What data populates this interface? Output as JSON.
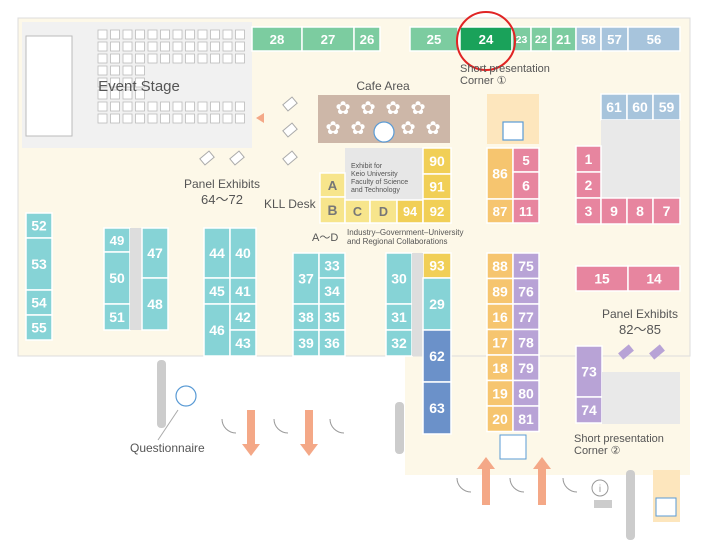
{
  "colors": {
    "floor": "#fdf8e8",
    "stage": "#f1f1f1",
    "teal": "#86d3d6",
    "green": "#7ccca0",
    "green_highlight": "#1aa25a",
    "blue_gray": "#a7c4dc",
    "pink": "#e7859f",
    "orange": "#f6c56f",
    "purple": "#b8a3d6",
    "yellow": "#f7e58c",
    "yellow_dark": "#f1cf56",
    "navy": "#6b91c9",
    "cafe": "#cdb7a8",
    "light_orange": "#fde6bd",
    "arrow": "#f4a887",
    "highlight_circle": "#e02424",
    "text": "#555555"
  },
  "booths": {
    "top": [
      "28",
      "27",
      "26",
      "25",
      "24",
      "23",
      "22",
      "21",
      "58",
      "57",
      "56"
    ],
    "highlighted": "24",
    "right_top": [
      "61",
      "60",
      "59"
    ],
    "right_pink": [
      "1",
      "2",
      "3",
      "9",
      "8",
      "7"
    ],
    "right_mid": [
      "15",
      "14"
    ],
    "right_purple": [
      "73",
      "74"
    ],
    "kll": [
      "A",
      "B",
      "C",
      "D"
    ],
    "yellow": [
      "90",
      "91",
      "92",
      "94",
      "93"
    ],
    "center_orange": [
      "86",
      "87",
      "88",
      "89",
      "16",
      "17",
      "18",
      "19",
      "20"
    ],
    "center_pink": [
      "5",
      "6",
      "11"
    ],
    "center_purple": [
      "75",
      "76",
      "77",
      "78",
      "79",
      "80",
      "81"
    ],
    "col_30": [
      "30",
      "31",
      "32",
      "29",
      "62",
      "63"
    ],
    "col_33": [
      "37",
      "33",
      "34",
      "38",
      "35",
      "39",
      "36"
    ],
    "col_44": [
      "44",
      "40",
      "45",
      "41",
      "46",
      "42",
      "43"
    ],
    "col_47": [
      "49",
      "47",
      "50",
      "48",
      "51"
    ],
    "col_52": [
      "52",
      "53",
      "54",
      "55"
    ]
  },
  "labels": {
    "event_stage": "Event Stage",
    "cafe_area": "Cafe Area",
    "short_presentation_1": "Short presentation Corner ①",
    "short_presentation_2": "Short presentation Corner ②",
    "panel_exhibits_left": "Panel Exhibits",
    "panel_exhibits_left_range": "64～72",
    "panel_exhibits_right": "Panel Exhibits",
    "panel_exhibits_right_range": "82～85",
    "kll_desk": "KLL Desk",
    "keio_exhibit": "Exhibit for Keio University Faculty of Science and Technology",
    "a_to_d": "A～D",
    "industry_collab": "Industry–Government–University and Regional Collaborations",
    "questionnaire": "Questionnaire",
    "info_icon": "i"
  }
}
